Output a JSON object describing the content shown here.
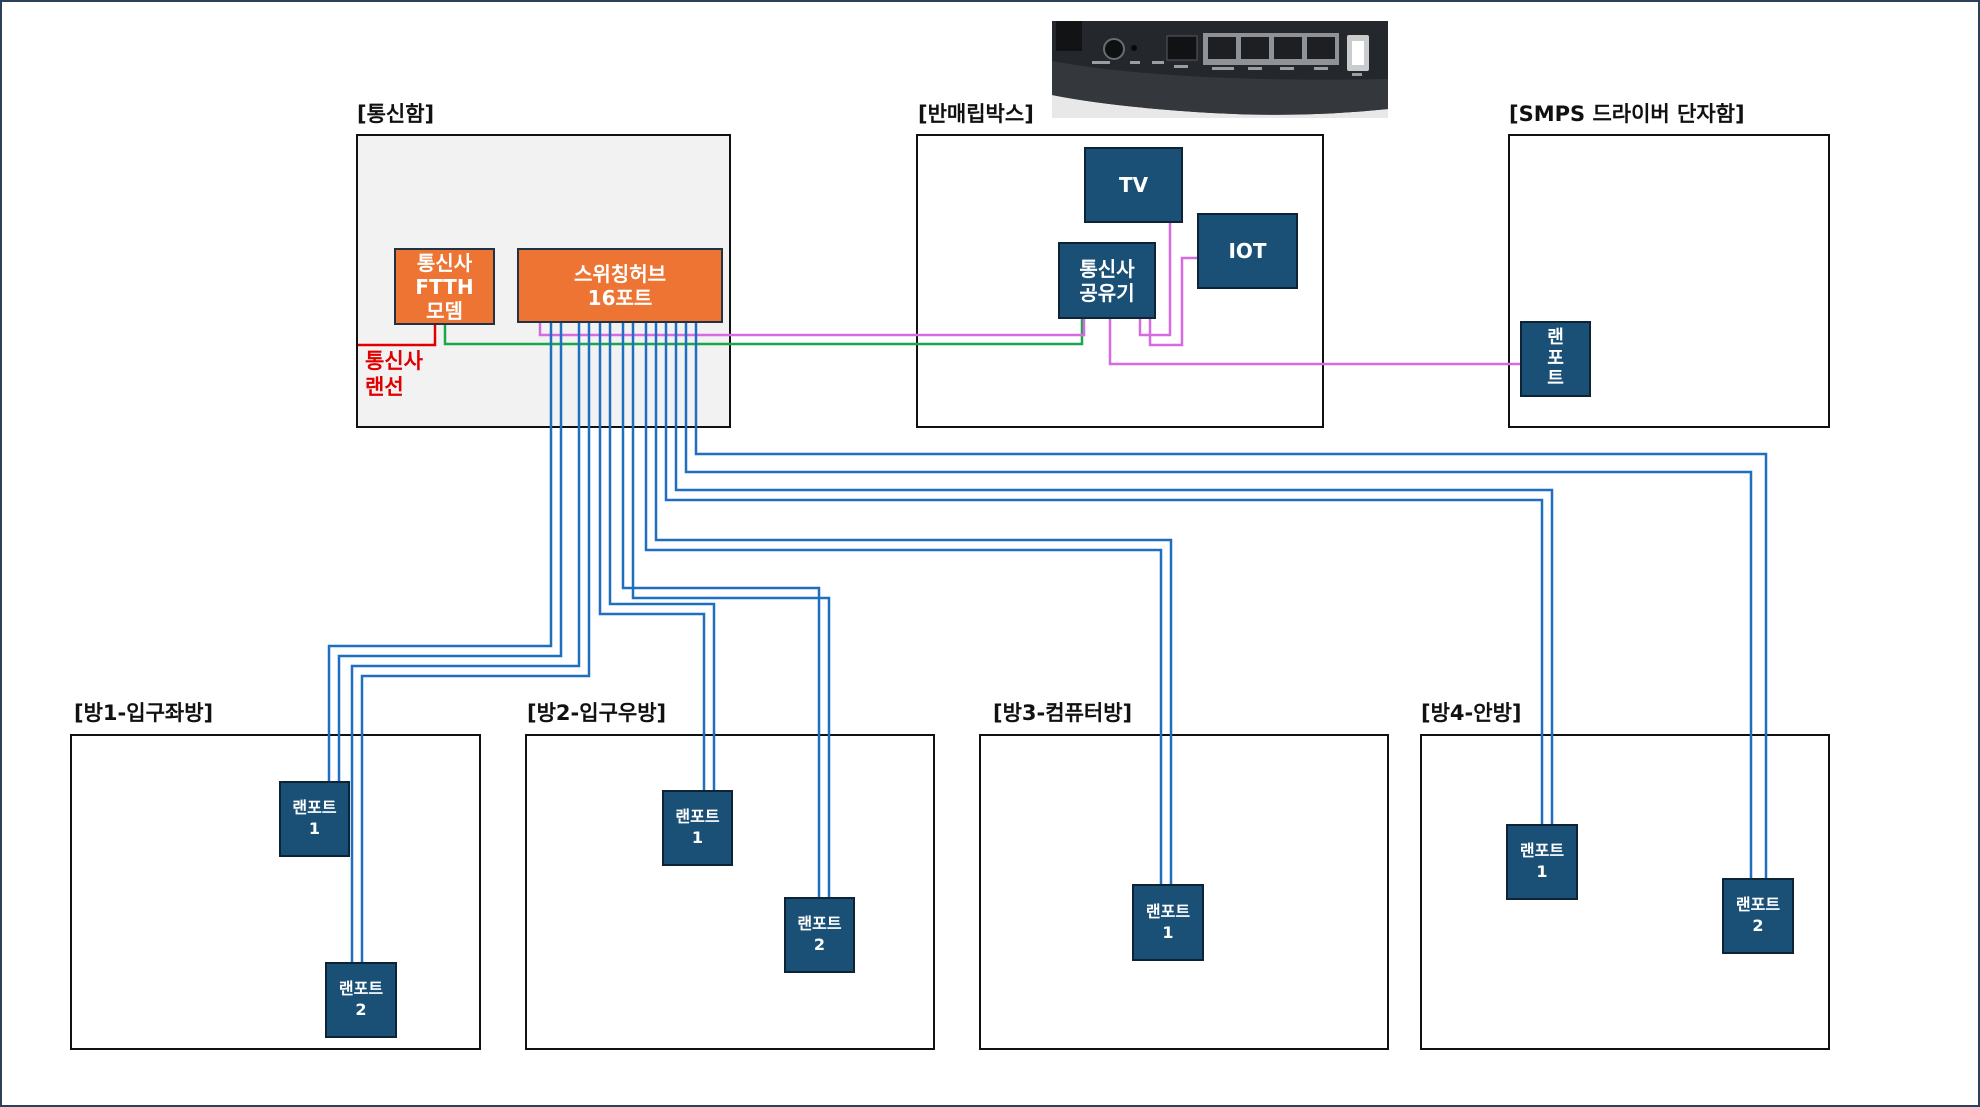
{
  "zones": {
    "comm": {
      "title": "[통신함]"
    },
    "panel": {
      "title": "[반매립박스]"
    },
    "smps": {
      "title": "[SMPS 드라이버 단자함]"
    },
    "room1": {
      "title": "[방1-입구좌방]"
    },
    "room2": {
      "title": "[방2-입구우방]"
    },
    "room3": {
      "title": "[방3-컴퓨터방]"
    },
    "room4": {
      "title": "[방4-안방]"
    }
  },
  "devices": {
    "modem": {
      "lines": [
        "통신사",
        "FTTH",
        "모뎀"
      ]
    },
    "switch": {
      "lines": [
        "스위칭허브",
        "16포트"
      ]
    },
    "isp_lan": {
      "lines": [
        "통신사",
        "랜선"
      ]
    },
    "tv": {
      "label": "TV"
    },
    "iot": {
      "label": "IOT"
    },
    "router": {
      "lines": [
        "통신사",
        "공유기"
      ]
    },
    "smps_port": {
      "lines": [
        "랜",
        "포",
        "트"
      ]
    }
  },
  "ports": {
    "r1p1": {
      "lines": [
        "랜포트",
        "1"
      ]
    },
    "r1p2": {
      "lines": [
        "랜포트",
        "2"
      ]
    },
    "r2p1": {
      "lines": [
        "랜포트",
        "1"
      ]
    },
    "r2p2": {
      "lines": [
        "랜포트",
        "2"
      ]
    },
    "r3p1": {
      "lines": [
        "랜포트",
        "1"
      ]
    },
    "r4p1": {
      "lines": [
        "랜포트",
        "1"
      ]
    },
    "r4p2": {
      "lines": [
        "랜포트",
        "2"
      ]
    }
  },
  "colors": {
    "blue_cable": "#1e6fbf",
    "magenta_cable": "#d66be0",
    "green_cable": "#1aa64a",
    "red_cable": "#e00000",
    "device_orange": "#ed7432",
    "device_navy": "#1a5075"
  }
}
